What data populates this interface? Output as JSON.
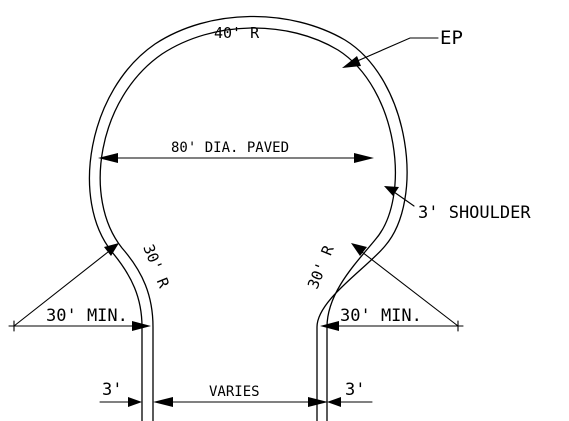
{
  "labels": {
    "top_radius": "40' R",
    "edge_of_pavement": "EP",
    "diameter": "80' DIA. PAVED",
    "shoulder": "3' SHOULDER",
    "left_fillet_radius": "30' R",
    "right_fillet_radius": "30' R",
    "left_min": "30' MIN.",
    "right_min": "30' MIN.",
    "left_shoulder_width": "3'",
    "right_shoulder_width": "3'",
    "road_width": "VARIES"
  }
}
